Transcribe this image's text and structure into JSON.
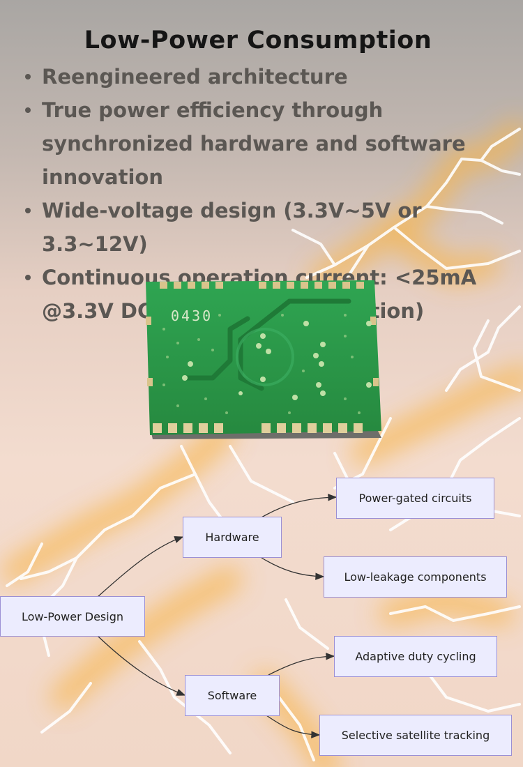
{
  "title": "Low-Power Consumption",
  "bullets": [
    "Reengineered architecture",
    "True power efficiency through synchronized hardware and software innovation",
    "Wide-voltage design (3.3V~5V or 3.3~12V)",
    "Continuous operation current: <25mA @3.3V DC (typical load condition)"
  ],
  "module": {
    "marking": "0430",
    "board_color": "#2e9a4f"
  },
  "diagram": {
    "root": "Low-Power Design",
    "hardware": "Hardware",
    "software": "Software",
    "power_gated": "Power-gated circuits",
    "low_leakage": "Low-leakage components",
    "duty_cycling": "Adaptive duty cycling",
    "satellite_tracking": "Selective satellite tracking",
    "node_fill": "#ececfe",
    "node_border": "#9b8fd4"
  }
}
